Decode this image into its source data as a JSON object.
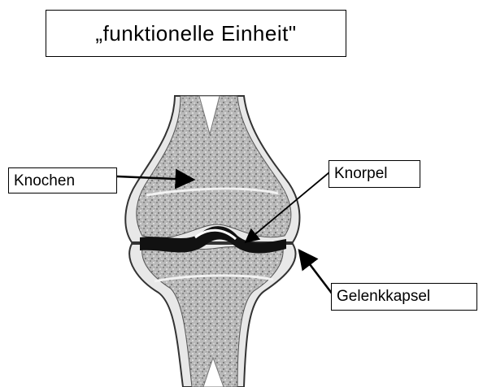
{
  "title": "„funktionelle Einheit\"",
  "labels": {
    "bone": "Knochen",
    "cartilage": "Knorpel",
    "capsule": "Gelenkkapsel"
  }
}
